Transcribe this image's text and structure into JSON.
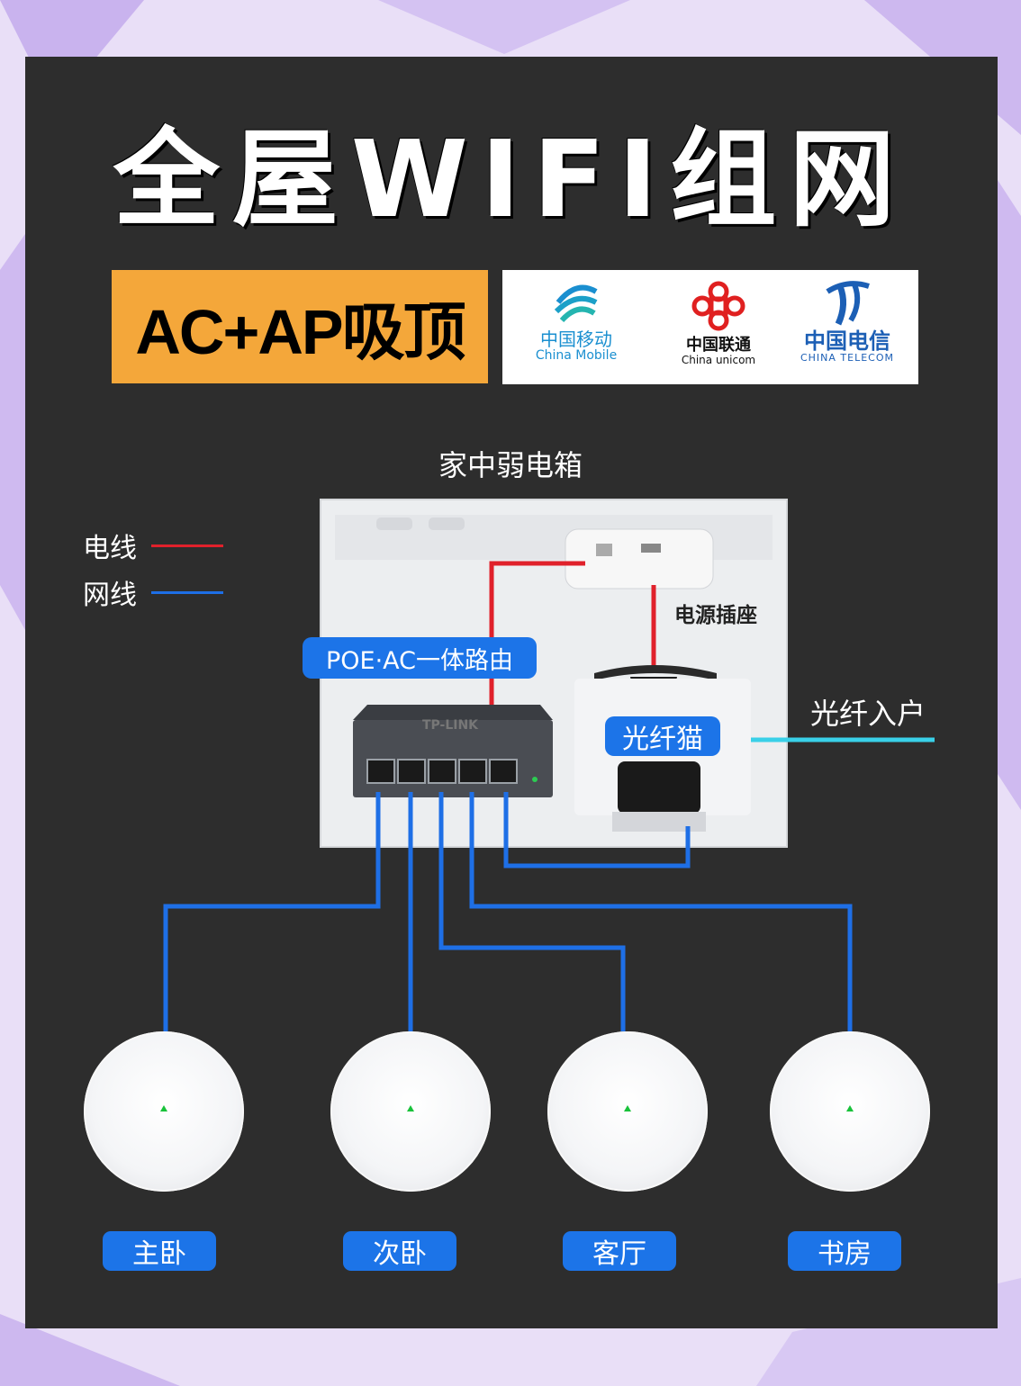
{
  "title": "全屋WIFI组网",
  "badge": "AC+AP吸顶",
  "isp_logos": [
    {
      "cn": "中国移动",
      "en": "China Mobile",
      "color": "#1a8fd0"
    },
    {
      "cn": "中国联通",
      "en": "China unicom",
      "color": "#e02020"
    },
    {
      "cn": "中国电信",
      "en": "CHINA TELECOM",
      "color": "#1c5fb5"
    }
  ],
  "box_label": "家中弱电箱",
  "legend": [
    {
      "label": "电线",
      "color": "#e0212b"
    },
    {
      "label": "网线",
      "color": "#1e6fe6"
    }
  ],
  "components": {
    "router": "POE·AC一体路由",
    "outlet": "电源插座",
    "modem": "光纤猫",
    "fiber_in": "光纤入户",
    "router_brand": "TP-LINK"
  },
  "rooms": [
    "主卧",
    "次卧",
    "客厅",
    "书房"
  ],
  "colors": {
    "panel": "#2d2d2d",
    "badge": "#f4a73a",
    "pill": "#1c74e8",
    "network_cable": "#1e6fe6",
    "power_cable": "#e0212b",
    "fiber": "#39d0e8"
  }
}
